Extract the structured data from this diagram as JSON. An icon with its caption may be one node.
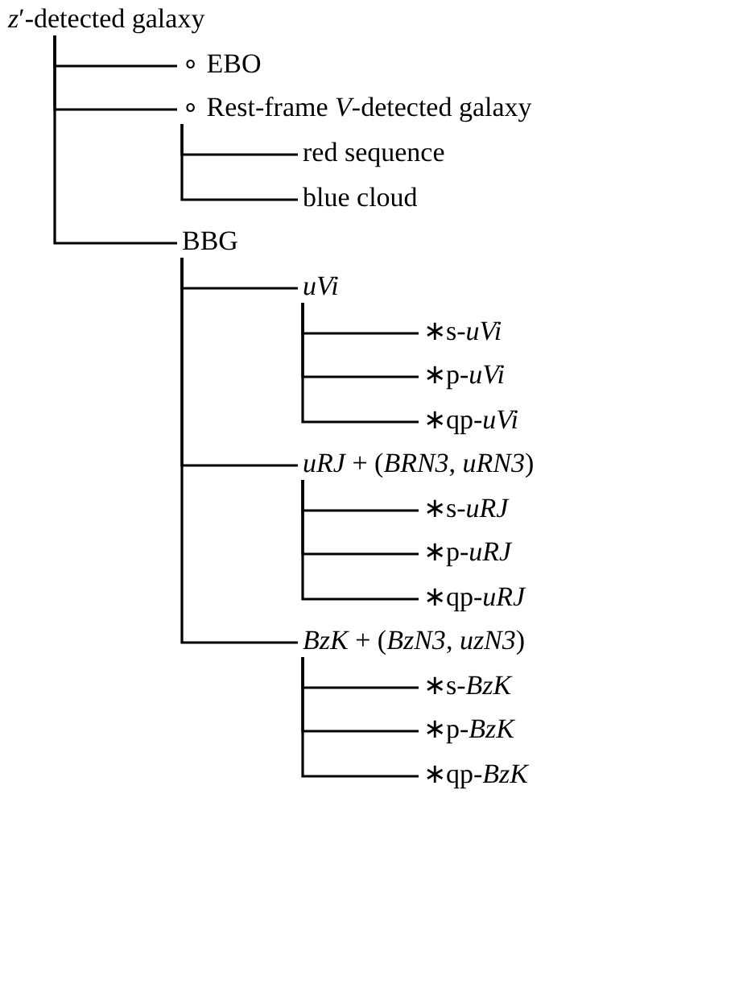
{
  "diagram": {
    "nodes": [
      {
        "text": [
          "*z*′-detected galaxy"
        ]
      },
      {
        "text": [
          "∘ EBO"
        ]
      },
      {
        "text": [
          "∘ Rest-frame *V*-detected galaxy"
        ]
      },
      {
        "text": [
          "red sequence"
        ]
      },
      {
        "text": [
          "blue cloud"
        ]
      },
      {
        "text": [
          "BBG"
        ]
      },
      {
        "text": [
          "*uVi*"
        ]
      },
      {
        "text": [
          "∗s-*uVi*"
        ]
      },
      {
        "text": [
          "∗p-*uVi*"
        ]
      },
      {
        "text": [
          "∗qp-*uVi*"
        ]
      },
      {
        "text": [
          "*uRJ* + (*BRN3*, *uRN3*)"
        ]
      },
      {
        "text": [
          "∗s-*uRJ*"
        ]
      },
      {
        "text": [
          "∗p-*uRJ*"
        ]
      },
      {
        "text": [
          "∗qp-*uRJ*"
        ]
      },
      {
        "text": [
          "*BzK* + (*BzN3*, *uzN3*)"
        ]
      },
      {
        "text": [
          "∗s-*BzK*"
        ]
      },
      {
        "text": [
          "∗p-*BzK*"
        ]
      },
      {
        "text": [
          "∗qp-*BzK*"
        ]
      }
    ],
    "edges": [
      {
        "from": 0,
        "to": 1,
        "arrow": "none"
      },
      {
        "from": 0,
        "to": 2,
        "arrow": "none"
      },
      {
        "from": 2,
        "to": 3,
        "arrow": "none"
      },
      {
        "from": 2,
        "to": 4,
        "arrow": "none"
      },
      {
        "from": 0,
        "to": 5,
        "arrow": "none"
      },
      {
        "from": 5,
        "to": 6,
        "arrow": "none"
      },
      {
        "from": 6,
        "to": 7,
        "arrow": "none"
      },
      {
        "from": 6,
        "to": 8,
        "arrow": "none"
      },
      {
        "from": 6,
        "to": 9,
        "arrow": "none"
      },
      {
        "from": 5,
        "to": 10,
        "arrow": "none"
      },
      {
        "from": 10,
        "to": 11,
        "arrow": "none"
      },
      {
        "from": 10,
        "to": 12,
        "arrow": "none"
      },
      {
        "from": 10,
        "to": 13,
        "arrow": "none"
      },
      {
        "from": 5,
        "to": 14,
        "arrow": "none"
      },
      {
        "from": 14,
        "to": 15,
        "arrow": "none"
      },
      {
        "from": 14,
        "to": 16,
        "arrow": "none"
      },
      {
        "from": 14,
        "to": 17,
        "arrow": "none"
      }
    ]
  }
}
